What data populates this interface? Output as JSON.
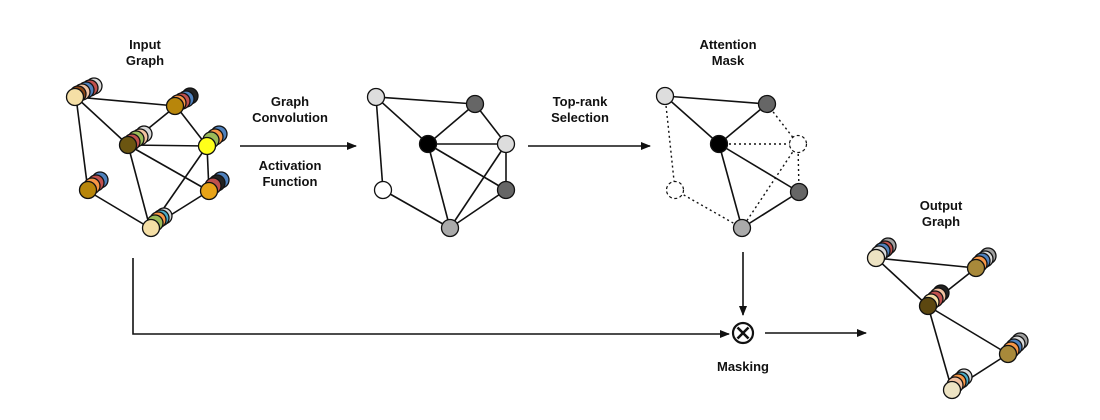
{
  "labels": {
    "input_graph": [
      "Input",
      "Graph"
    ],
    "conv": [
      "Graph",
      "Convolution"
    ],
    "activation": [
      "Activation",
      "Function"
    ],
    "topk": [
      "Top-rank",
      "Selection"
    ],
    "attention": [
      "Attention",
      "Mask"
    ],
    "output_graph": [
      "Output",
      "Graph"
    ],
    "masking": "Masking"
  },
  "colors": {
    "node_fills": {
      "a": "#f5dfa6",
      "b": "#b8860b",
      "c": "#6b5511",
      "d": "#ffff1a",
      "e": "#b8860b",
      "f": "#e8a317",
      "g": "#f5dfa6"
    },
    "stack_palette": [
      "#c0504d",
      "#4f81bd",
      "#9bbb59",
      "#f79646",
      "#8064a2",
      "#4bacc6",
      "#222222",
      "#d9d9d9",
      "#f2c1a0"
    ],
    "conv_nodes": {
      "a": "#dddddd",
      "b": "#666666",
      "c": "#000000",
      "d": "#dddddd",
      "e": "#ffffff",
      "f": "#666666",
      "g": "#aaaaaa"
    },
    "output_nodes": {
      "a": "#ede3c3",
      "c": "#5c4710",
      "f": "#a8893a",
      "g": "#ede3c3"
    }
  },
  "icons": {
    "multiply": "circle-times-icon"
  }
}
